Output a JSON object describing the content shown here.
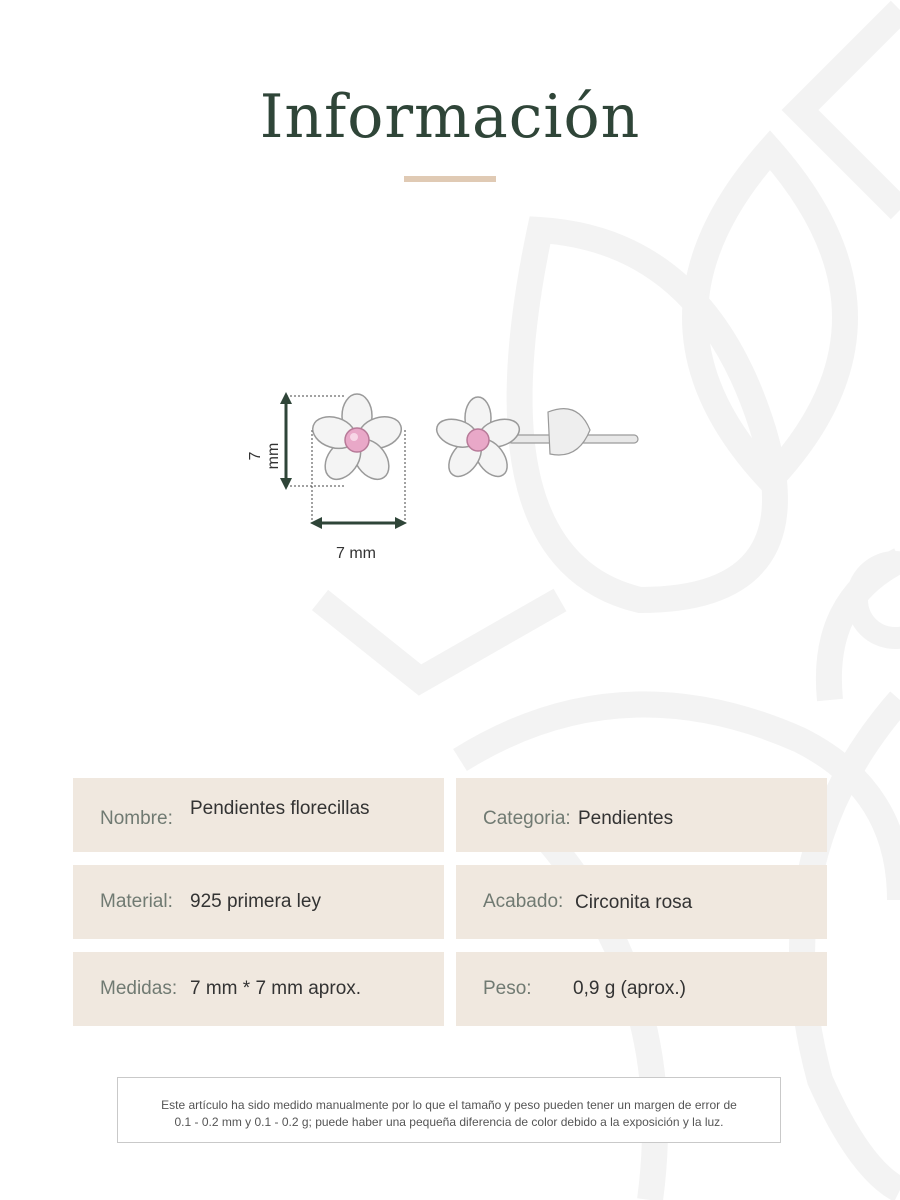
{
  "title": "Información",
  "dimensions": {
    "height_label": "7 mm",
    "width_label": "7 mm"
  },
  "info": [
    {
      "key": "Nombre:",
      "value": "Pendientes florecillas"
    },
    {
      "key": "Categoria:",
      "value": "Pendientes"
    },
    {
      "key": "Material:",
      "value": "925 primera ley"
    },
    {
      "key": "Acabado:",
      "value": "Circonita rosa"
    },
    {
      "key": "Medidas:",
      "value": "7 mm * 7 mm aprox."
    },
    {
      "key": "Peso:",
      "value": "0,9 g (aprox.)"
    }
  ],
  "note": {
    "line1": "Este artículo ha sido medido manualmente por lo que el tamaño y peso pueden tener un margen de error de",
    "line2": "0.1 - 0.2 mm y 0.1 - 0.2 g; puede haber una pequeña diferencia de color debido a la exposición y la luz."
  },
  "colors": {
    "title": "#2f4538",
    "accent_rule": "#e0cab4",
    "cell_bg": "#f0e8df",
    "gem_pink": "#e9a8c8"
  }
}
